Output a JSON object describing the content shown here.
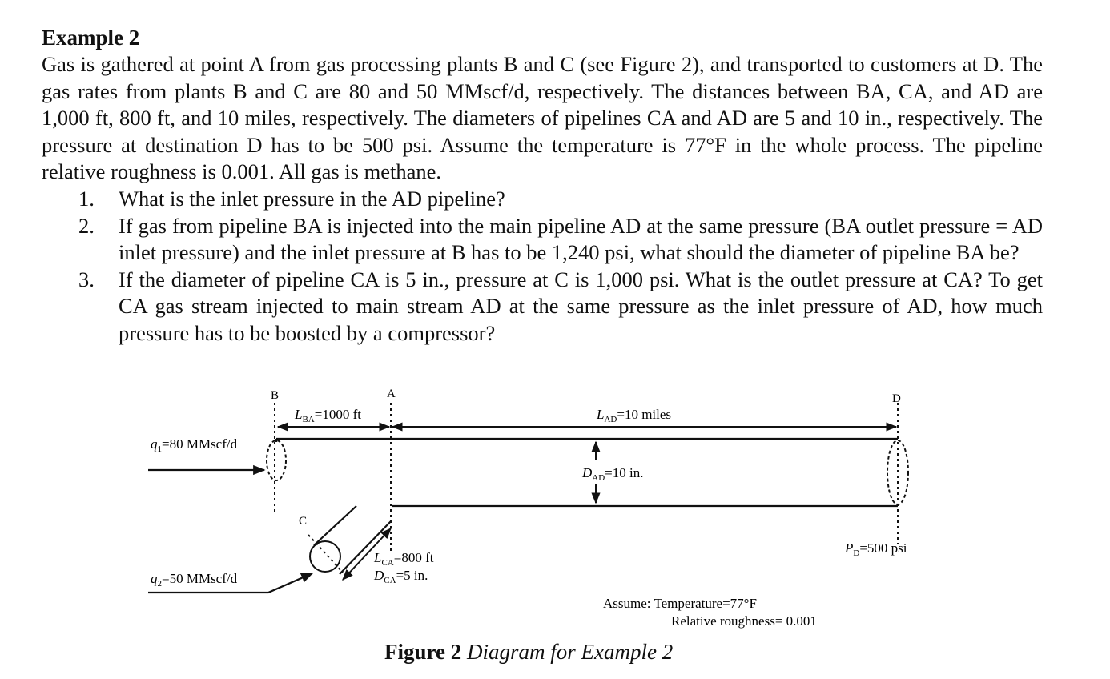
{
  "header_cut": "",
  "title": "Example 2",
  "paragraph": "Gas is gathered at point A from gas processing plants B and C (see Figure 2), and transported to customers at D. The gas rates from plants B and C are 80 and 50 MMscf/d, respectively. The distances between BA, CA, and AD are 1,000 ft, 800 ft, and 10 miles, respectively. The diameters of pipelines CA and AD are 5 and 10 in., respectively. The pressure at destination D has to be 500 psi. Assume the temperature is 77°F in the whole process. The pipeline relative roughness is 0.001. All gas is methane.",
  "questions": [
    {
      "num": "1.",
      "text": "What is the inlet pressure in the AD pipeline?"
    },
    {
      "num": "2.",
      "text": "If gas from pipeline BA is injected into the main pipeline AD at the same pressure (BA outlet pressure = AD inlet pressure) and the inlet pressure at B has to be 1,240 psi, what should the diameter of pipeline BA be?"
    },
    {
      "num": "3.",
      "text": "If the diameter of pipeline CA is 5 in., pressure at C is 1,000 psi. What is the outlet pressure at CA? To get CA gas stream injected to main stream AD at the same pressure as the inlet pressure of AD, how much pressure has to be boosted by a compressor?"
    }
  ],
  "diagram": {
    "point_b": "B",
    "point_a": "A",
    "point_c": "C",
    "point_d": "D",
    "l_ba_sym": "L",
    "l_ba_sub": "BA",
    "l_ba_val": "=1000 ft",
    "l_ad_sym": "L",
    "l_ad_sub": "AD",
    "l_ad_val": "=10 miles",
    "q1_sym": "q",
    "q1_sub": "1",
    "q1_val": "=80 MMscf/d",
    "q2_sym": "q",
    "q2_sub": "2",
    "q2_val": "=50 MMscf/d",
    "d_ad_sym": "D",
    "d_ad_sub": "AD",
    "d_ad_val": "=10 in.",
    "l_ca_sym": "L",
    "l_ca_sub": "CA",
    "l_ca_val": "=800 ft",
    "d_ca_sym": "D",
    "d_ca_sub": "CA",
    "d_ca_val": "=5 in.",
    "p_d_sym": "P",
    "p_d_sub": "D",
    "p_d_val": "=500 psi",
    "assume_line1": "Assume: Temperature=77°F",
    "assume_line2": "Relative roughness= 0.001"
  },
  "caption": {
    "label": "Figure 2",
    "text": "Diagram for Example 2"
  }
}
